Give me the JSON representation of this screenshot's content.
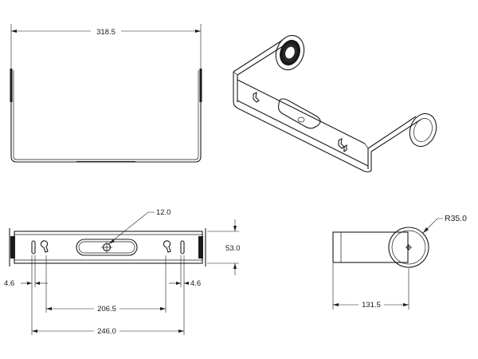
{
  "drawing": {
    "dimensions": {
      "top_width": "318.5",
      "hole_diameter": "12.0",
      "height": "53.0",
      "left_offset": "4.6",
      "right_offset": "4.6",
      "inner_span": "206.5",
      "outer_span": "246.0",
      "radius": "R35.0",
      "side_depth": "131.5"
    }
  }
}
